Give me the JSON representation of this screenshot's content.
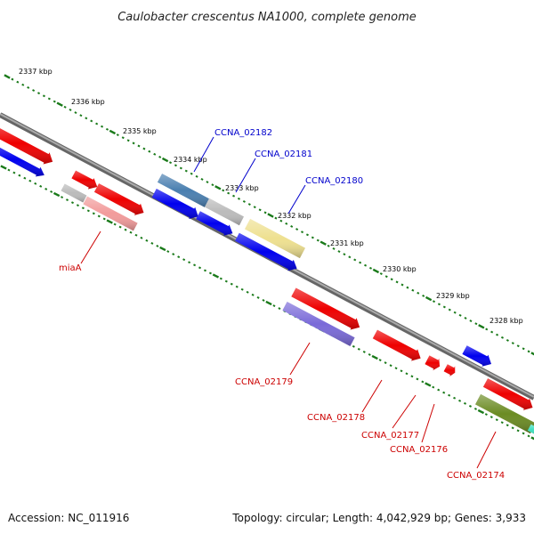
{
  "title": "Caulobacter crescentus NA1000, complete genome",
  "footer": {
    "accession": "Accession: NC_011916",
    "topology": "Topology: circular; Length: 4,042,929 bp; Genes: 3,933"
  },
  "scale_labels": [
    "2337 kbp",
    "2336 kbp",
    "2335 kbp",
    "2334 kbp",
    "2333 kbp",
    "2332 kbp",
    "2331 kbp",
    "2330 kbp",
    "2329 kbp",
    "2328 kbp"
  ],
  "gene_labels": [
    {
      "text": "CCNA_02182",
      "color": "#0000cc"
    },
    {
      "text": "CCNA_02181",
      "color": "#0000cc"
    },
    {
      "text": "CCNA_02180",
      "color": "#0000cc"
    },
    {
      "text": "miaA",
      "color": "#cc0000"
    },
    {
      "text": "CCNA_02179",
      "color": "#cc0000"
    },
    {
      "text": "CCNA_02178",
      "color": "#cc0000"
    },
    {
      "text": "CCNA_02177",
      "color": "#cc0000"
    },
    {
      "text": "CCNA_02176",
      "color": "#cc0000"
    },
    {
      "text": "CCNA_02174",
      "color": "#cc0000"
    }
  ],
  "colors": {
    "backbone": "#777777",
    "tick": "#1a7a1a",
    "red": "#ee0000",
    "blue": "#0000ee",
    "steelblue": "#4a7fb0",
    "grey": "#bbbbbb",
    "pink": "#f08a8a",
    "yellow": "#eee090",
    "purple": "#7a6ad8",
    "olive": "#6b8b23",
    "cyan": "#40e0c0"
  }
}
